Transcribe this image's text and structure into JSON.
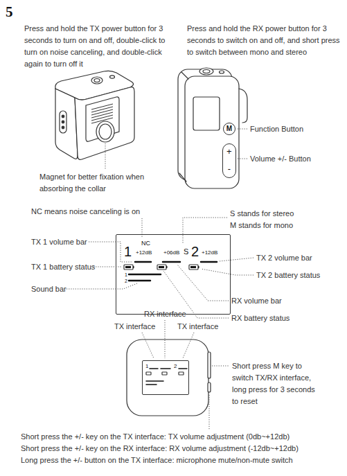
{
  "diagram": {
    "nodes": [
      {
        "text": [
          "M"
        ]
      },
      {
        "text": [
          "+",
          "-"
        ]
      },
      {
        "text": [
          "1",
          "NC",
          "+12dB",
          "+06dB",
          "S",
          "2",
          "+12dB",
          "1",
          "2"
        ]
      },
      {
        "text": [
          "1",
          "2"
        ]
      }
    ],
    "labels": [
      "5",
      "Press and hold the TX power button for 3 seconds to turn on and off, double-click to turn on noise canceling, and double-click again to turn off it",
      "Press and hold the RX power button for 3 seconds to switch on and off, and short press to switch between mono and stereo",
      "Function Button",
      "Volume +/- Button",
      "Magnet for better fixation when absorbing the collar",
      "NC means noise canceling is on",
      "S stands for stereo M stands for mono",
      "TX 1 volume bar",
      "TX 2 volume bar",
      "TX 1 battery status",
      "TX 2 battery status",
      "Sound bar",
      "RX volume bar",
      "RX battery status",
      "RX interface",
      "TX interface",
      "TX interface",
      "Short press M key to switch TX/RX interface, long press for 3 seconds to reset",
      "Short press the +/- key on the TX interface: TX volume adjustment (0db~+12db)",
      "Short press the +/- key on the RX interface: RX volume adjustment (-12db~+12db)",
      "Long press the +/- button on the TX interface: microphone mute/non-mute switch"
    ]
  }
}
